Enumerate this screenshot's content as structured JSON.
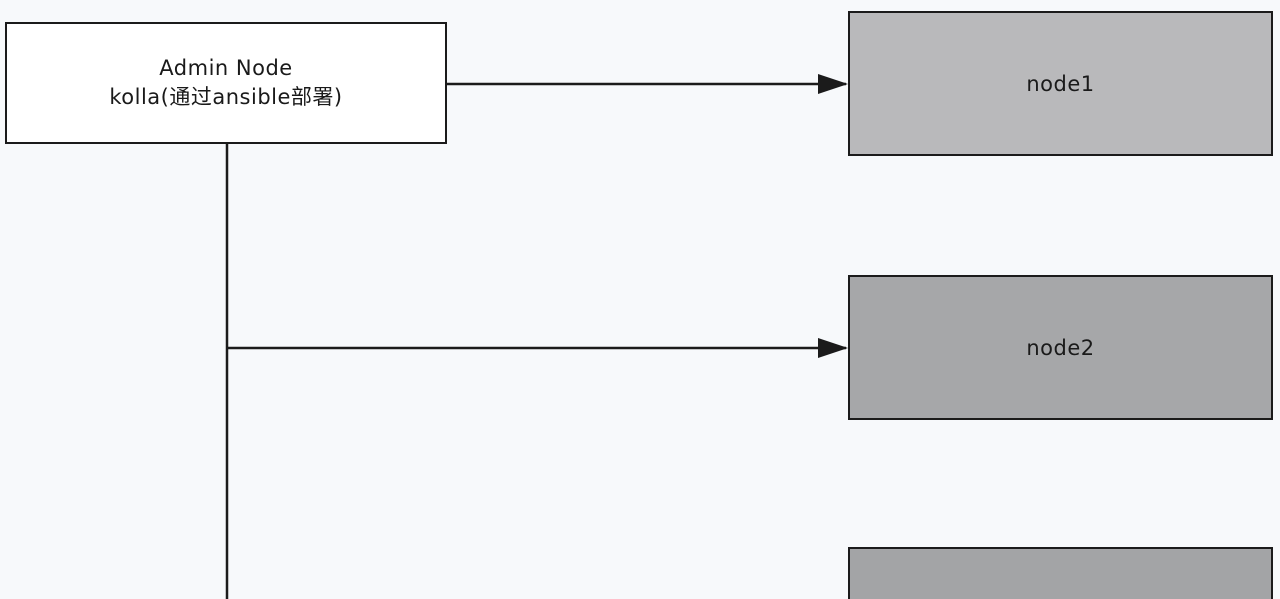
{
  "admin_node": {
    "title": "Admin Node",
    "subtitle": "kolla(通过ansible部署)"
  },
  "nodes": [
    {
      "label": "node1",
      "color": "#b9b9bb"
    },
    {
      "label": "node2",
      "color": "#a6a7a9"
    },
    {
      "label": "",
      "color": "#a3a4a6"
    }
  ]
}
